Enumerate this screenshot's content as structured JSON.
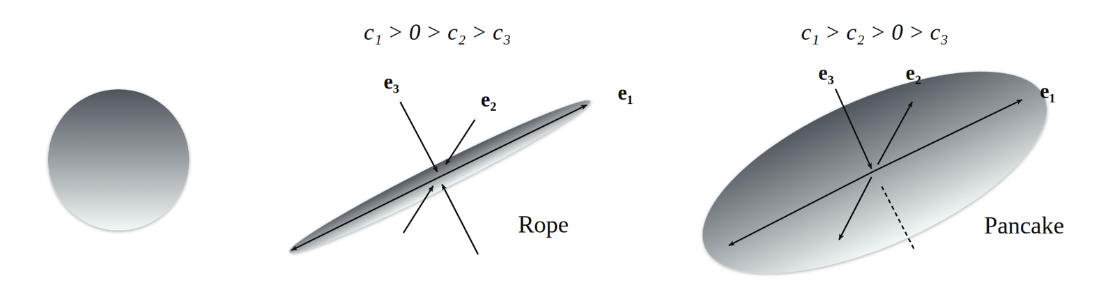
{
  "diagram": {
    "labels": [
      "c₁ > 0 > c₂ > c₃",
      "e₃",
      "e₂",
      "e₁",
      "Rope",
      "c₁ > c₂ > 0 > c₃",
      "e₃",
      "e₂",
      "e₁",
      "Pancake"
    ]
  }
}
